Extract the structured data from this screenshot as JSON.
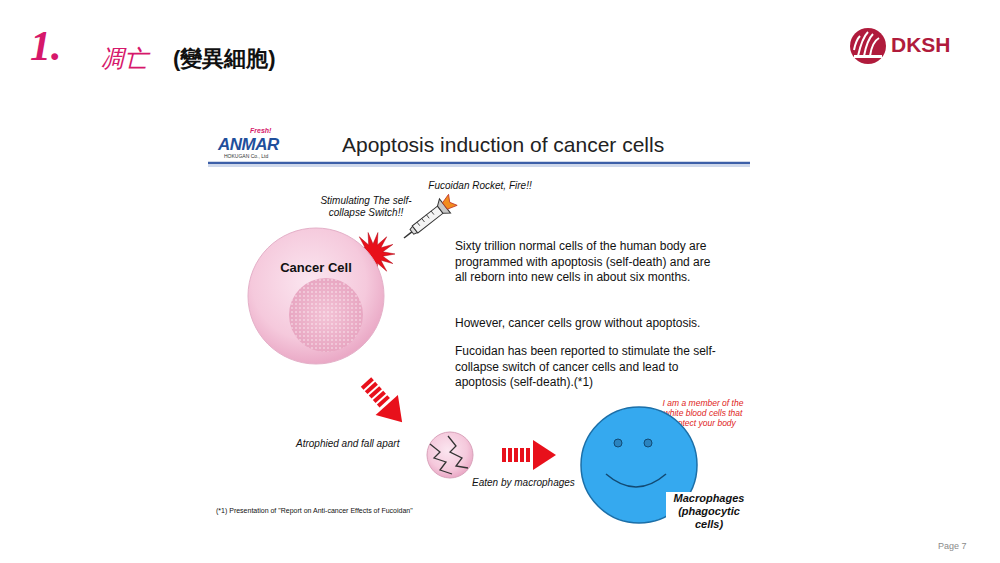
{
  "diagram": {
    "title": "Apoptosis induction of cancer cells",
    "nodes": [
      {
        "text": [
          "Cancer Cell"
        ]
      },
      {
        "text": [
          "Macrophages (phagocytic cells)"
        ]
      }
    ],
    "labels": [
      "1.",
      "凋亡",
      "(變異細胞)",
      "DKSH",
      "Fresh!",
      "ANMAR",
      "HOKUGAN Co., Ltd",
      "Stimulating The self-collapse Switch!!",
      "Fucoidan Rocket, Fire!!",
      "Sixty trillion normal cells of the human body are programmed with apoptosis (self-death) and are all reborn into new cells in about six months.",
      "However, cancer cells grow without apoptosis.",
      "Fucoidan has been reported to stimulate the self-collapse switch of cancer cells and lead to apoptosis (self-death).(*1)",
      "Atrophied and fall apart",
      "Eaten by macrophages",
      "I am a member of the white blood cells that protect your body",
      "(*1) Presentation of \"Report on Anti-cancer Effects of Fucoidan\"",
      "Page 7"
    ]
  }
}
